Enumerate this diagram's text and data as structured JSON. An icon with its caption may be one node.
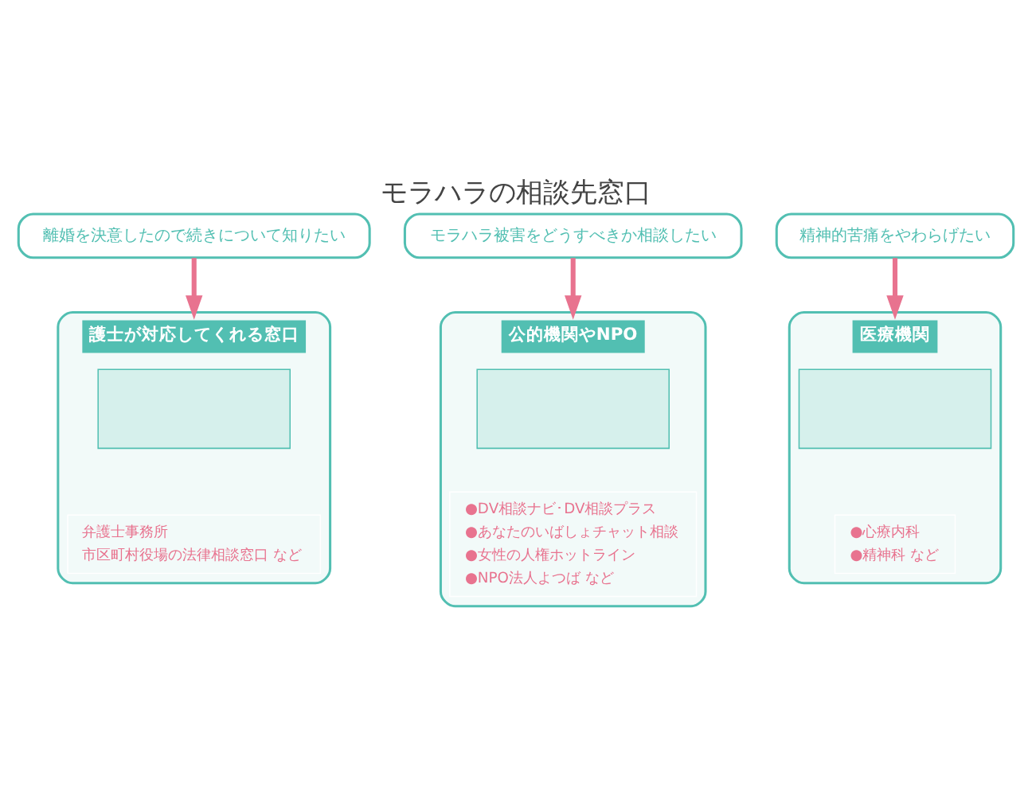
{
  "diagram": {
    "title": "モラハラの相談先窓口",
    "nodes": [
      {
        "text": [
          "離婚を決意したので続きについて知りたい"
        ]
      },
      {
        "text": [
          "モラハラ被害をどうすべきか相談したい"
        ]
      },
      {
        "text": [
          "精神的苦痛をやわらげたい"
        ]
      },
      {
        "text": [
          "護士が対応してくれる窓口"
        ]
      },
      {
        "text": [],
        "shape": "box",
        "in": 3
      },
      {
        "text": [
          "弁護士事務所",
          "市区町村役場の法律相談窓口 など"
        ],
        "in": 3
      },
      {
        "text": [
          "公的機関やNPO"
        ]
      },
      {
        "text": [],
        "shape": "box",
        "in": 6
      },
      {
        "text": [
          "●DV相談ナビ･DV相談プラス",
          "●あなたのいばしょチャット相談",
          "●女性の人権ホットライン",
          "●NPO法人よつば など"
        ],
        "in": 6
      },
      {
        "text": [
          "医療機関"
        ]
      },
      {
        "text": [],
        "shape": "box",
        "in": 9
      },
      {
        "text": [
          "●心療内科",
          "●精神科 など"
        ],
        "in": 9
      }
    ],
    "edges": [
      {
        "from": 0,
        "to": 3,
        "arrow": "to"
      },
      {
        "from": 1,
        "to": 6,
        "arrow": "to"
      },
      {
        "from": 2,
        "to": 9,
        "arrow": "to"
      }
    ]
  }
}
